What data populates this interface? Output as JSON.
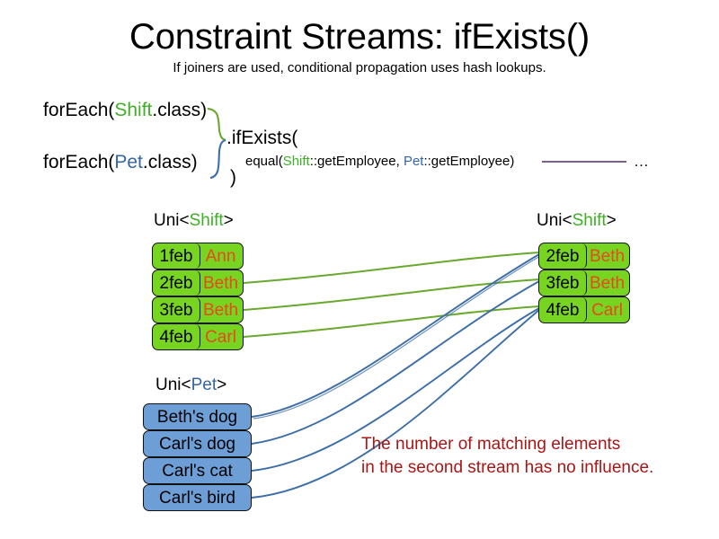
{
  "slide": {
    "title": "Constraint Streams: ifExists()",
    "subtitle": "If joiners are used, conditional propagation uses hash lookups."
  },
  "code": {
    "for_each_prefix": "forEach(",
    "shift_type": "Shift",
    "pet_type": "Pet",
    "class_suffix": ".class)",
    "if_exists": ".ifExists(",
    "equal_prefix": "equal(",
    "equal_shift_method": "Shift",
    "equal_shift_ref": "::getEmployee, ",
    "equal_pet_method": "Pet",
    "equal_pet_ref": "::getEmployee)",
    "close_paren": ")",
    "ellipsis": "…"
  },
  "streams": {
    "left_shift": {
      "label_prefix": "Uni<",
      "label_type": "Shift",
      "label_suffix": ">",
      "cards": [
        {
          "date": "1feb",
          "name": "Ann"
        },
        {
          "date": "2feb",
          "name": "Beth"
        },
        {
          "date": "3feb",
          "name": "Beth"
        },
        {
          "date": "4feb",
          "name": "Carl"
        }
      ]
    },
    "left_pet": {
      "label_prefix": "Uni<",
      "label_type": "Pet",
      "label_suffix": ">",
      "cards": [
        {
          "name": "Beth's dog"
        },
        {
          "name": "Carl's dog"
        },
        {
          "name": "Carl's cat"
        },
        {
          "name": "Carl's bird"
        }
      ]
    },
    "right_shift": {
      "label_prefix": "Uni<",
      "label_type": "Shift",
      "label_suffix": ">",
      "cards": [
        {
          "date": "2feb",
          "name": "Beth"
        },
        {
          "date": "3feb",
          "name": "Beth"
        },
        {
          "date": "4feb",
          "name": "Carl"
        }
      ]
    }
  },
  "annotation": {
    "line1": "The number of matching elements",
    "line2": "in the second stream has no influence."
  },
  "colors": {
    "shift_green": "#3faf25",
    "pet_blue": "#3465a4",
    "card_green": "#77d421",
    "card_blue": "#6d9ed6",
    "name_orange": "#e8491d",
    "annotation_red": "#a81616",
    "wire_green": "#6aa82e",
    "wire_blue": "#3d6ea8",
    "equal_line_purple": "#7d5f8f"
  }
}
